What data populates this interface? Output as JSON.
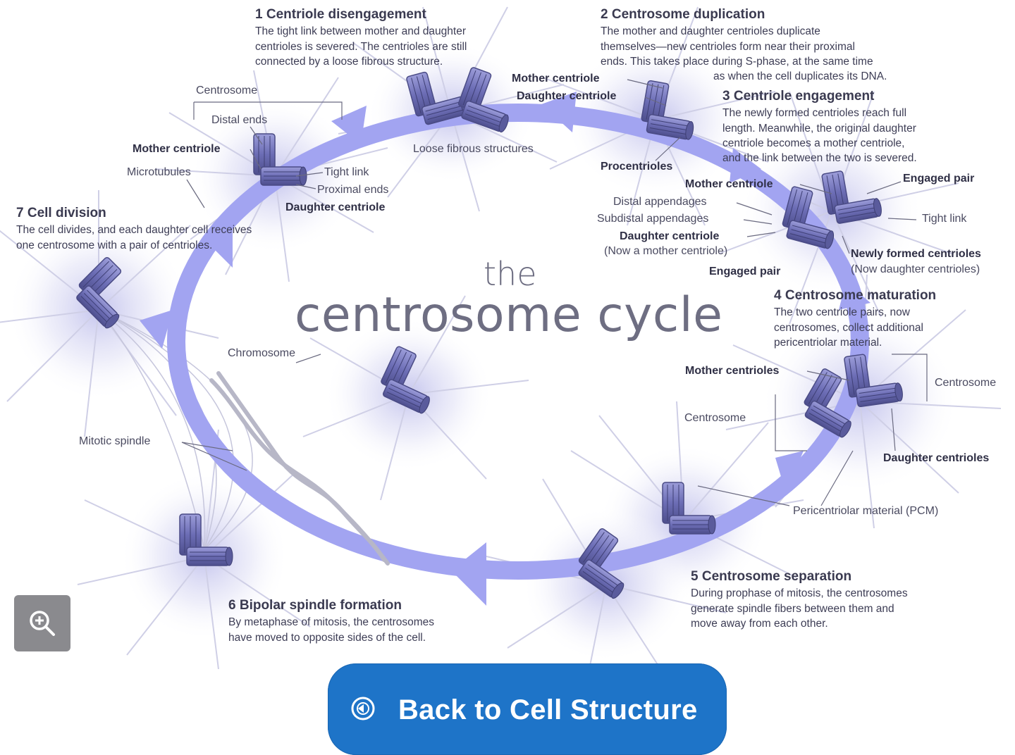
{
  "diagram": {
    "title_small": "the",
    "title_main": "centrosome cycle",
    "steps": [
      {
        "heading": "1 Centriole disengagement",
        "lines": [
          "The tight link between mother and daughter",
          "centrioles is severed. The centrioles are still",
          "connected by a loose fibrous structure."
        ]
      },
      {
        "heading": "2 Centrosome duplication",
        "lines": [
          "The mother and daughter centrioles duplicate",
          "themselves—new centrioles form near their proximal",
          "ends. This takes place during S-phase, at the same time",
          "as when the cell duplicates its DNA."
        ]
      },
      {
        "heading": "3 Centriole engagement",
        "lines": [
          "The newly formed centrioles reach full",
          "length. Meanwhile, the original daughter",
          "centriole becomes a mother centriole,",
          "and the link between the two is severed."
        ]
      },
      {
        "heading": "4 Centrosome maturation",
        "lines": [
          "The two centriole pairs, now",
          "centrosomes, collect additional",
          "pericentriolar material."
        ]
      },
      {
        "heading": "5 Centrosome separation",
        "lines": [
          "During prophase of mitosis, the centrosomes",
          "generate spindle fibers between them and",
          "move away from each other."
        ]
      },
      {
        "heading": "6 Bipolar spindle formation",
        "lines": [
          "By metaphase of mitosis, the centrosomes",
          "have moved to opposite sides of the cell."
        ]
      },
      {
        "heading": "7 Cell division",
        "lines": [
          "The cell divides, and each daughter cell receives",
          "one centrosome with a pair of centrioles."
        ]
      }
    ],
    "labels": {
      "centrosome_top": "Centrosome",
      "distal_ends": "Distal ends",
      "mother_centriole_left": "Mother centriole",
      "microtubules": "Microtubules",
      "tight_link_left": "Tight link",
      "proximal_ends": "Proximal ends",
      "daughter_centriole_left": "Daughter centriole",
      "loose_fibrous": "Loose fibrous structures",
      "mother_centriole_top": "Mother centriole",
      "daughter_centriole_top": "Daughter centriole",
      "procentrioles": "Procentrioles",
      "mother_centriole_right": "Mother centriole",
      "engaged_pair_top": "Engaged pair",
      "distal_appendages": "Distal appendages",
      "subdistal_appendages": "Subdistal appendages",
      "daughter_centriole_right": "Daughter centriole",
      "now_mother": "(Now a mother centriole)",
      "tight_link_right": "Tight link",
      "newly_formed": "Newly formed centrioles",
      "now_daughter": "(Now daughter centrioles)",
      "engaged_pair_bottom": "Engaged pair",
      "mother_centrioles": "Mother centrioles",
      "centrosome_right": "Centrosome",
      "centrosome_mid": "Centrosome",
      "daughter_centrioles": "Daughter centrioles",
      "pcm": "Pericentriolar material (PCM)",
      "chromosome": "Chromosome",
      "mitotic_spindle": "Mitotic spindle"
    },
    "colors": {
      "cycle_arrow": "#9d9ff0",
      "centriole": "#7b7cc4",
      "centriole_dark": "#55568f",
      "halo": "#c9c9ee",
      "microtubule": "#cfcfe6"
    }
  },
  "controls": {
    "zoom_icon": "zoom-in-icon",
    "back_icon": "circle-arrow-icon",
    "back_label": "Back to Cell Structure",
    "button_color": "#1e74c8"
  }
}
